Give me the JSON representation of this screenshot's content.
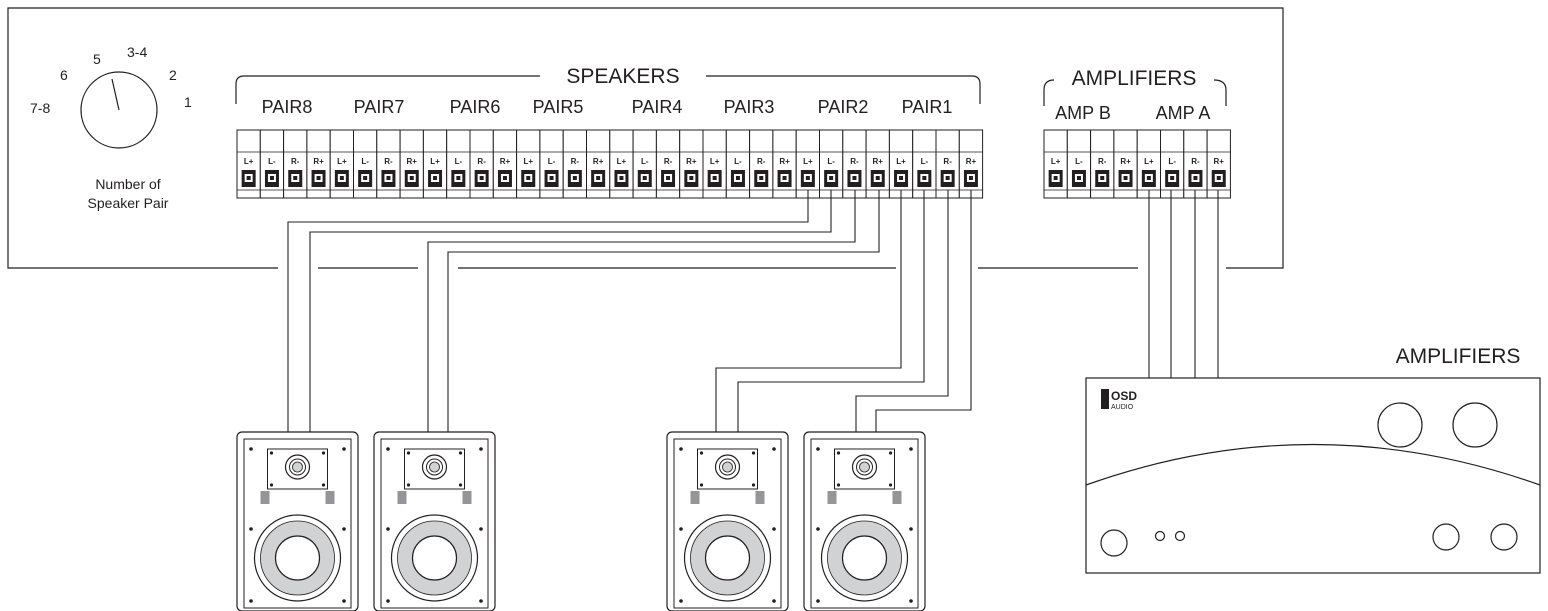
{
  "selector": {
    "labels": [
      "7-8",
      "6",
      "5",
      "3-4",
      "2",
      "1"
    ],
    "caption_line1": "Number of",
    "caption_line2": "Speaker Pair"
  },
  "speakers_section": {
    "title": "SPEAKERS",
    "pairs": [
      "PAIR8",
      "PAIR7",
      "PAIR6",
      "PAIR5",
      "PAIR4",
      "PAIR3",
      "PAIR2",
      "PAIR1"
    ]
  },
  "amplifiers_section": {
    "title": "AMPLIFIERS",
    "amps": [
      "AMP B",
      "AMP A"
    ]
  },
  "terminal_labels": [
    "L+",
    "L-",
    "R-",
    "R+"
  ],
  "amplifier_unit": {
    "label": "AMPLIFIERS",
    "brand": "OSD",
    "brand_sub": "AUDIO"
  },
  "colors": {
    "line": "#231f20",
    "terminal_fill": "#231f20",
    "cone_gray": "#d1d2d4",
    "tab_gray": "#939598"
  }
}
